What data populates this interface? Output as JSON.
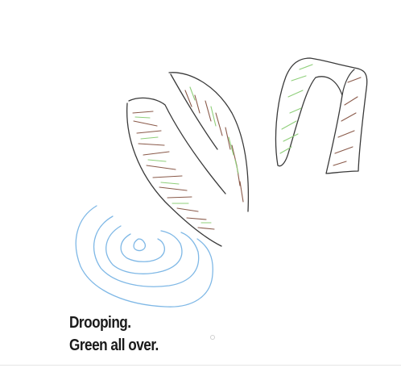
{
  "caption": {
    "line1": "Drooping.",
    "line2": "Green all over."
  },
  "colors": {
    "outline": "#3a3a3a",
    "brown_hatch": "#8a5a4a",
    "green_hatch": "#8fcf7a",
    "water": "#7fb8e6",
    "background": "#ffffff"
  },
  "drawing": {
    "objects": [
      "drooping-leaf",
      "folded-leaf",
      "water-ripple"
    ]
  }
}
